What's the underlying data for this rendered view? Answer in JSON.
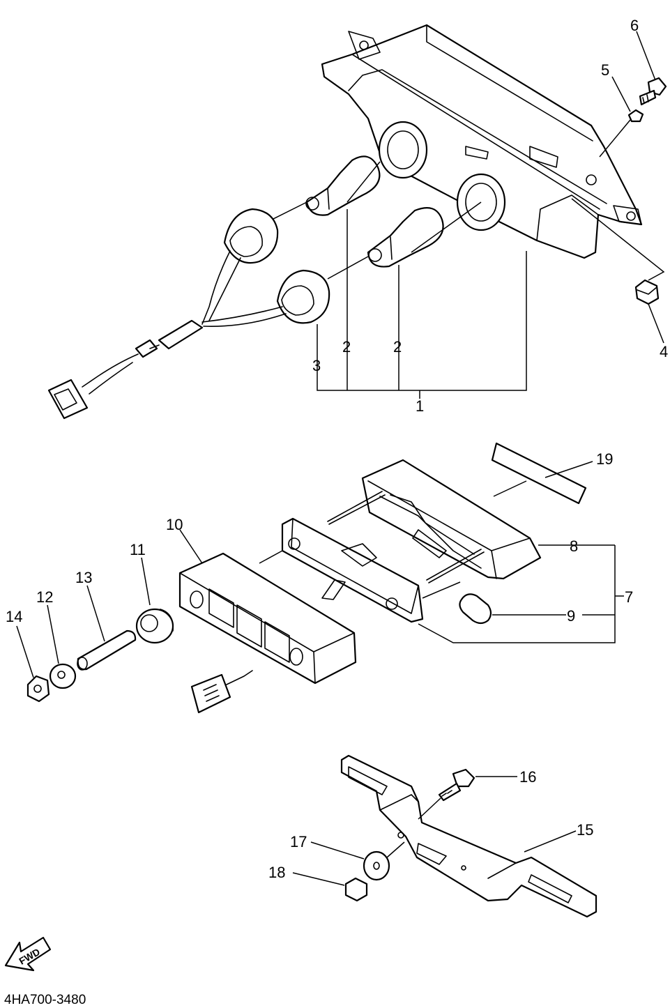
{
  "callouts": {
    "c1": "1",
    "c2a": "2",
    "c2b": "2",
    "c3": "3",
    "c4": "4",
    "c5": "5",
    "c6": "6",
    "c7": "7",
    "c8": "8",
    "c9": "9",
    "c10": "10",
    "c11": "11",
    "c12": "12",
    "c13": "13",
    "c14": "14",
    "c15": "15",
    "c16": "16",
    "c17": "17",
    "c18": "18",
    "c19": "19"
  },
  "forward_label": "FWD",
  "diagram_code": "4HA700-3480",
  "icons": {
    "forward": "fwd-arrow-icon"
  }
}
